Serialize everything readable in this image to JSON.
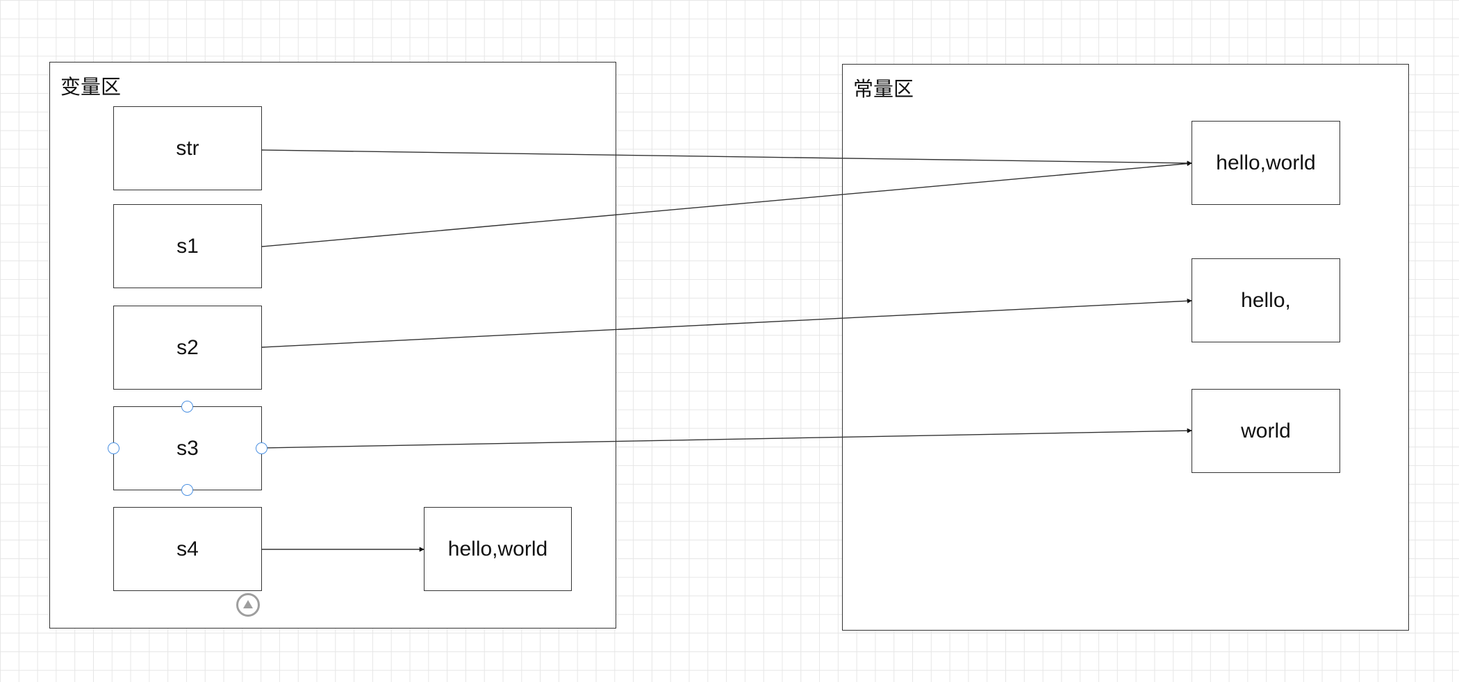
{
  "diagram": {
    "variable_region": {
      "title": "变量区",
      "variables": [
        {
          "id": "str",
          "label": "str"
        },
        {
          "id": "s1",
          "label": "s1"
        },
        {
          "id": "s2",
          "label": "s2"
        },
        {
          "id": "s3",
          "label": "s3"
        },
        {
          "id": "s4",
          "label": "s4"
        }
      ],
      "heap_object": {
        "label": "hello,world"
      }
    },
    "constant_region": {
      "title": "常量区",
      "constants": [
        {
          "id": "c_hello_world",
          "label": "hello,world"
        },
        {
          "id": "c_hello",
          "label": "hello,"
        },
        {
          "id": "c_world",
          "label": "world"
        }
      ]
    },
    "edges": [
      {
        "from": "str",
        "to": "c_hello_world"
      },
      {
        "from": "s1",
        "to": "c_hello_world"
      },
      {
        "from": "s2",
        "to": "c_hello"
      },
      {
        "from": "s3",
        "to": "c_world"
      },
      {
        "from": "s4",
        "to": "heap_object"
      }
    ],
    "selected_node": "s3",
    "colors": {
      "stroke": "#333333",
      "grid": "#e6e6e6",
      "selection_handle": "#4a90e2",
      "collapse_button": "#9e9e9e"
    }
  }
}
